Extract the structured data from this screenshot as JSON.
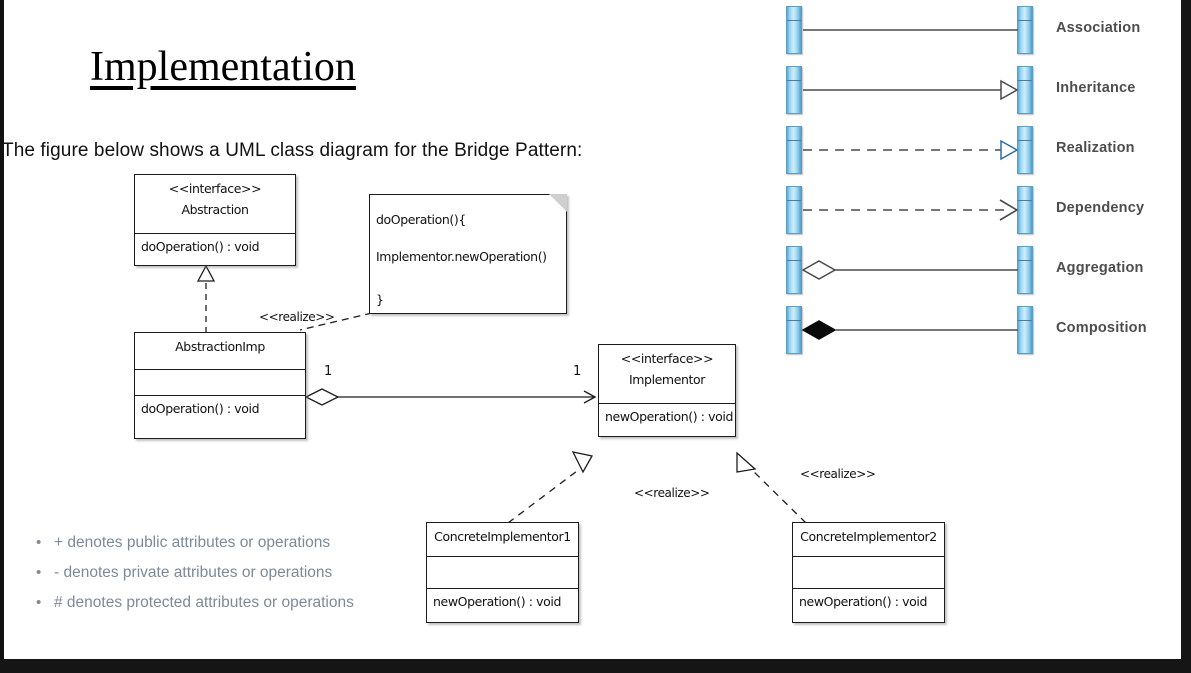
{
  "slide": {
    "title": "Implementation",
    "subtitle": "The figure below shows a UML class diagram for the Bridge Pattern:"
  },
  "notation_bullets": [
    "+ denotes public attributes or operations",
    "- denotes private attributes or operations",
    "# denotes protected attributes or operations"
  ],
  "diagram": {
    "classes": [
      {
        "id": "abstraction",
        "stereotype": "<<interface>>",
        "name": "Abstraction",
        "attributes": [],
        "operations": [
          "doOperation() : void"
        ],
        "has_empty_attribute_compartment": false
      },
      {
        "id": "abstraction-imp",
        "stereotype": "",
        "name": "AbstractionImp",
        "attributes": [],
        "operations": [
          "doOperation() : void"
        ],
        "has_empty_attribute_compartment": true
      },
      {
        "id": "implementor",
        "stereotype": "<<interface>>",
        "name": "Implementor",
        "attributes": [],
        "operations": [
          "newOperation() : void"
        ],
        "has_empty_attribute_compartment": false
      },
      {
        "id": "concrete-implementor-1",
        "stereotype": "",
        "name": "ConcreteImplementor1",
        "attributes": [],
        "operations": [
          "newOperation() : void"
        ],
        "has_empty_attribute_compartment": true
      },
      {
        "id": "concrete-implementor-2",
        "stereotype": "",
        "name": "ConcreteImplementor2",
        "attributes": [],
        "operations": [
          "newOperation() : void"
        ],
        "has_empty_attribute_compartment": true
      }
    ],
    "note": {
      "lines": [
        "doOperation(){",
        "Implementor.newOperation()",
        "}"
      ]
    },
    "relationships": [
      {
        "id": "rel-abstractionimp-abstraction",
        "type": "realization",
        "from": "AbstractionImp",
        "to": "Abstraction",
        "label": ""
      },
      {
        "id": "rel-note-abstractionimp",
        "type": "realization",
        "from": "note",
        "to": "AbstractionImp",
        "label": "<<realize>>"
      },
      {
        "id": "rel-abstractionimp-implementor",
        "type": "aggregation",
        "from": "AbstractionImp",
        "to": "Implementor",
        "source_multiplicity": "1",
        "target_multiplicity": "1",
        "label": ""
      },
      {
        "id": "rel-ci1-implementor",
        "type": "realization",
        "from": "ConcreteImplementor1",
        "to": "Implementor",
        "label": "<<realize>>"
      },
      {
        "id": "rel-ci2-implementor",
        "type": "realization",
        "from": "ConcreteImplementor2",
        "to": "Implementor",
        "label": "<<realize>>"
      }
    ]
  },
  "legend": {
    "items": [
      {
        "id": "association",
        "label": "Association",
        "line": "solid",
        "arrow": "none"
      },
      {
        "id": "inheritance",
        "label": "Inheritance",
        "line": "solid",
        "arrow": "hollow-triangle"
      },
      {
        "id": "realization",
        "label": "Realization",
        "line": "dashed",
        "arrow": "hollow-triangle"
      },
      {
        "id": "dependency",
        "label": "Dependency",
        "line": "dashed",
        "arrow": "open"
      },
      {
        "id": "aggregation",
        "label": "Aggregation",
        "line": "solid",
        "arrow": "hollow-diamond"
      },
      {
        "id": "composition",
        "label": "Composition",
        "line": "solid",
        "arrow": "filled-diamond"
      }
    ]
  },
  "colors": {
    "legend_box_fill": "#9fd8f2",
    "legend_label": "#4d4d4d",
    "bullet_text": "#7d8a99",
    "line": "#1c1c1c",
    "frame": "#151515"
  }
}
